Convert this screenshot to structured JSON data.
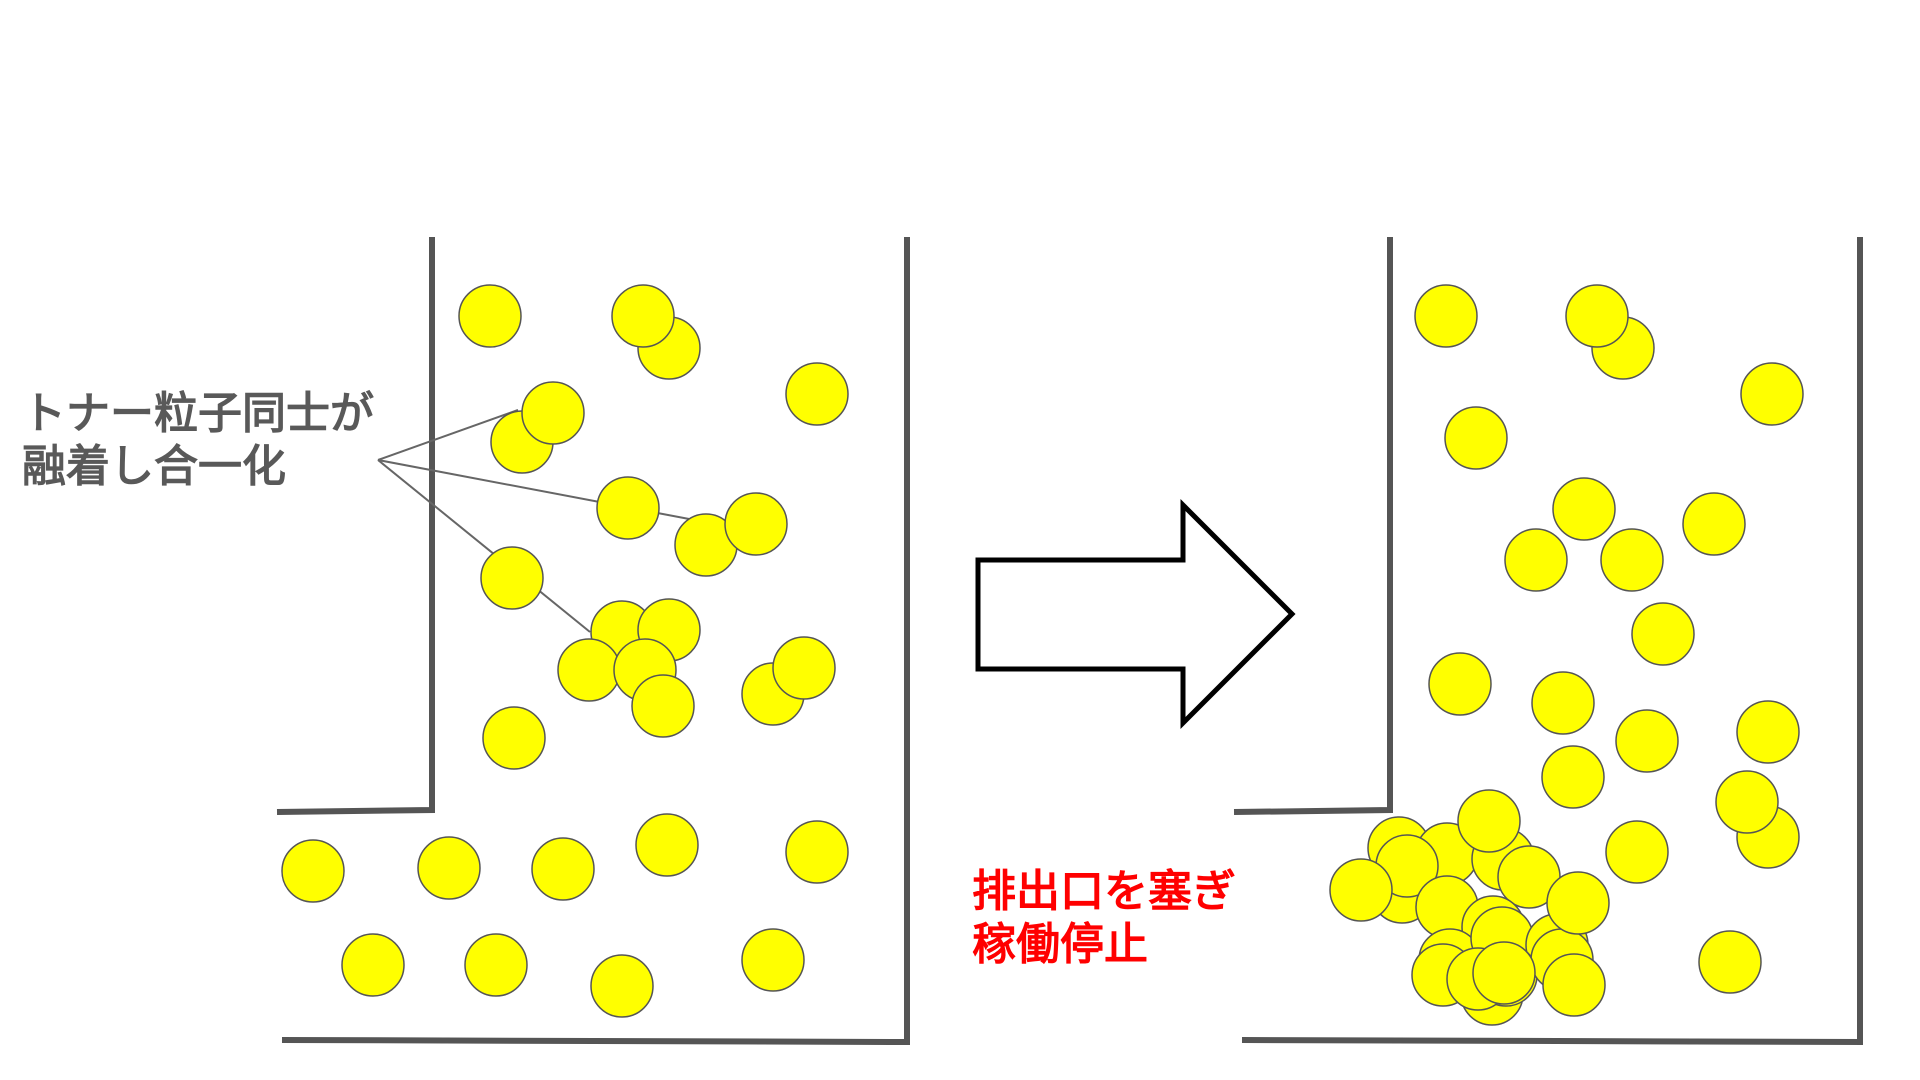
{
  "annotations": {
    "fusion_line1": "トナー粒子同士が",
    "fusion_line2": "融着し合一化",
    "blocked_line1": "排出口を塞ぎ",
    "blocked_line2": "稼働停止"
  },
  "colors": {
    "particle_fill": "#ffff00",
    "particle_stroke": "#555555",
    "wall": "#555555",
    "arrow_stroke": "#000000",
    "fusion_text": "#595959",
    "blocked_text": "#ff0000"
  }
}
